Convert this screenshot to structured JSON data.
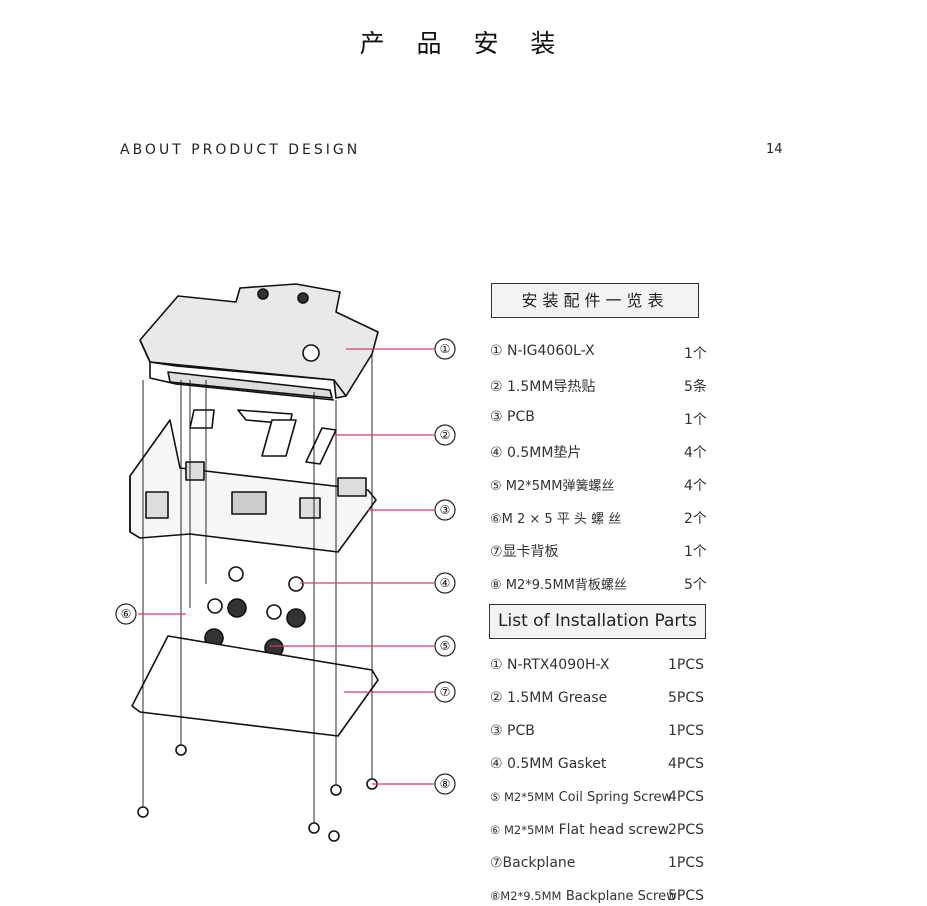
{
  "page": {
    "title": "产 品 安 装",
    "subtitle": "ABOUT PRODUCT DESIGN",
    "page_number": "14"
  },
  "diagram": {
    "callouts": [
      "①",
      "②",
      "③",
      "④",
      "⑤",
      "⑦",
      "⑧",
      "⑥"
    ]
  },
  "parts_cn": {
    "heading": "安装配件一览表",
    "rows": [
      {
        "label": "① N-IG4060L-X",
        "qty": "1个"
      },
      {
        "label": "② 1.5MM导热贴",
        "qty": "5条"
      },
      {
        "label": "③ PCB",
        "qty": "1个"
      },
      {
        "label": "④ 0.5MM垫片",
        "qty": "4个"
      },
      {
        "label": "⑤ M2*5MM弹簧螺丝",
        "qty": "4个"
      },
      {
        "label": "⑥M 2 × 5 平 头 螺 丝",
        "qty": "2个"
      },
      {
        "label": "⑦显卡背板",
        "qty": "1个"
      },
      {
        "label": "⑧ M2*9.5MM背板螺丝",
        "qty": "5个"
      }
    ]
  },
  "parts_en": {
    "heading": "List of Installation Parts",
    "rows": [
      {
        "label": "① N-RTX4090H-X",
        "qty": "1PCS"
      },
      {
        "label": "② 1.5MM Grease",
        "qty": "5PCS"
      },
      {
        "label": "③ PCB",
        "qty": "1PCS"
      },
      {
        "label": "④ 0.5MM Gasket",
        "qty": "4PCS"
      },
      {
        "label_prefix": "⑤ M2*5MM",
        "label": "Coil Spring Screw",
        "qty": "4PCS"
      },
      {
        "label_prefix": "⑥ M2*5MM",
        "label": "Flat head screw",
        "qty": "2PCS"
      },
      {
        "label": "⑦Backplane",
        "qty": "1PCS"
      },
      {
        "label_prefix": "⑧M2*9.5MM",
        "label": "Backplane Screw",
        "qty": "5PCS"
      }
    ]
  }
}
